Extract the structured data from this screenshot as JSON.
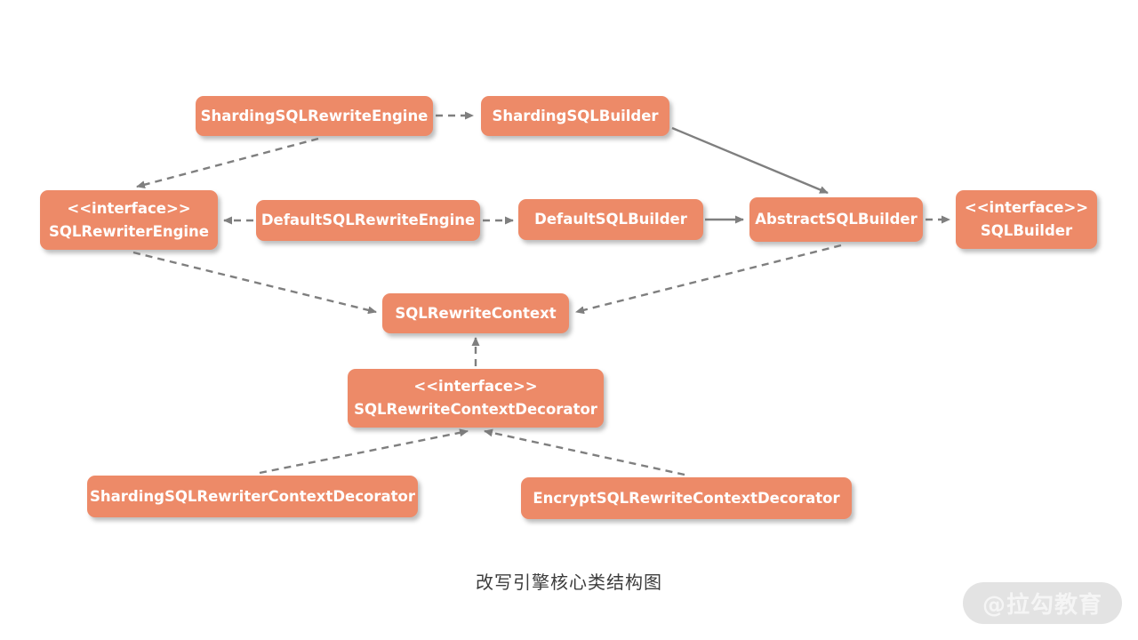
{
  "diagram": {
    "caption": "改写引擎核心类结构图",
    "nodes": {
      "sharding_sql_rewrite_engine": {
        "label": "ShardingSQLRewriteEngine"
      },
      "sharding_sql_builder": {
        "label": "ShardingSQLBuilder"
      },
      "sql_rewriter_engine": {
        "stereotype": "<<interface>>",
        "label": "SQLRewriterEngine"
      },
      "default_sql_rewrite_engine": {
        "label": "DefaultSQLRewriteEngine"
      },
      "default_sql_builder": {
        "label": "DefaultSQLBuilder"
      },
      "abstract_sql_builder": {
        "label": "AbstractSQLBuilder"
      },
      "sql_builder": {
        "stereotype": "<<interface>>",
        "label": "SQLBuilder"
      },
      "sql_rewrite_context": {
        "label": "SQLRewriteContext"
      },
      "sql_rewrite_context_decorator": {
        "stereotype": "<<interface>>",
        "label": "SQLRewriteContextDecorator"
      },
      "sharding_sql_rewriter_context_decorator": {
        "label": "ShardingSQLRewriterContextDecorator"
      },
      "encrypt_sql_rewrite_context_decorator": {
        "label": "EncryptSQLRewriteContextDecorator"
      }
    },
    "edges": [
      {
        "from": "ShardingSQLRewriteEngine",
        "to": "ShardingSQLBuilder",
        "style": "dashed"
      },
      {
        "from": "ShardingSQLRewriteEngine",
        "to": "SQLRewriterEngine",
        "style": "dashed"
      },
      {
        "from": "DefaultSQLRewriteEngine",
        "to": "SQLRewriterEngine",
        "style": "dashed"
      },
      {
        "from": "DefaultSQLRewriteEngine",
        "to": "DefaultSQLBuilder",
        "style": "dashed"
      },
      {
        "from": "DefaultSQLBuilder",
        "to": "AbstractSQLBuilder",
        "style": "solid"
      },
      {
        "from": "ShardingSQLBuilder",
        "to": "AbstractSQLBuilder",
        "style": "solid"
      },
      {
        "from": "AbstractSQLBuilder",
        "to": "SQLBuilder",
        "style": "dashed"
      },
      {
        "from": "SQLRewriterEngine",
        "to": "SQLRewriteContext",
        "style": "dashed"
      },
      {
        "from": "AbstractSQLBuilder",
        "to": "SQLRewriteContext",
        "style": "dashed"
      },
      {
        "from": "SQLRewriteContextDecorator",
        "to": "SQLRewriteContext",
        "style": "dashed"
      },
      {
        "from": "ShardingSQLRewriterContextDecorator",
        "to": "SQLRewriteContextDecorator",
        "style": "dashed"
      },
      {
        "from": "EncryptSQLRewriteContextDecorator",
        "to": "SQLRewriteContextDecorator",
        "style": "dashed"
      }
    ],
    "colors": {
      "node_fill": "#ED8A68",
      "node_text": "#FFFFFF",
      "connector": "#7F7F7F",
      "caption_text": "#3C3C3C",
      "watermark_bg": "#E3E3E3",
      "watermark_text": "#F5F5F5"
    }
  },
  "watermark": {
    "label": "@拉勾教育"
  }
}
